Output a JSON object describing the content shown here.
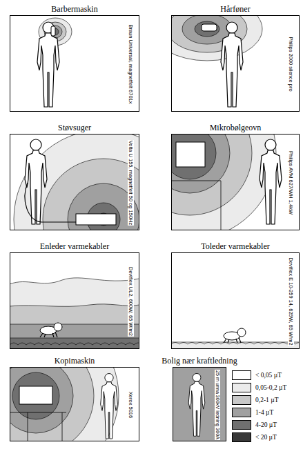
{
  "diagram": {
    "nodes": [
      {
        "text": [
          "Barbermaskin",
          "Braun Universal, magnetfelt 6701x"
        ]
      },
      {
        "text": [
          "Hårføner",
          "Philips 2000 silence pro"
        ]
      },
      {
        "text": [
          "Støvsuger",
          "Volta U 155, magnetfelt 50 og 150Hz"
        ]
      },
      {
        "text": [
          "Mikrobølgeovn",
          "Philips AVM 627/WH 1,4kW"
        ]
      },
      {
        "text": [
          "Enleder varmekabler",
          "Devifiex UL2, 600W, 65 W/m2"
        ]
      },
      {
        "text": [
          "Toleder varmekabler",
          "Devifiex E 10-259 14, 625W, 65 W/m2"
        ]
      },
      {
        "text": [
          "Kopimaskin",
          "Xerox 5016"
        ]
      },
      {
        "text": [
          "Bolig nær kraftledning",
          "25 m unna 300kV ledning 300A"
        ]
      }
    ],
    "legend": [
      {
        "text": "< 0,05 µT",
        "color": "#ffffff"
      },
      {
        "text": "0,05-0,2 µT",
        "color": "#ebebeb"
      },
      {
        "text": "0,2-1 µT",
        "color": "#c8c8c8"
      },
      {
        "text": "1-4 µT",
        "color": "#a0a0a0"
      },
      {
        "text": "4-20 µT",
        "color": "#707070"
      },
      {
        "text": "< 20 µT",
        "color": "#383838"
      }
    ]
  }
}
